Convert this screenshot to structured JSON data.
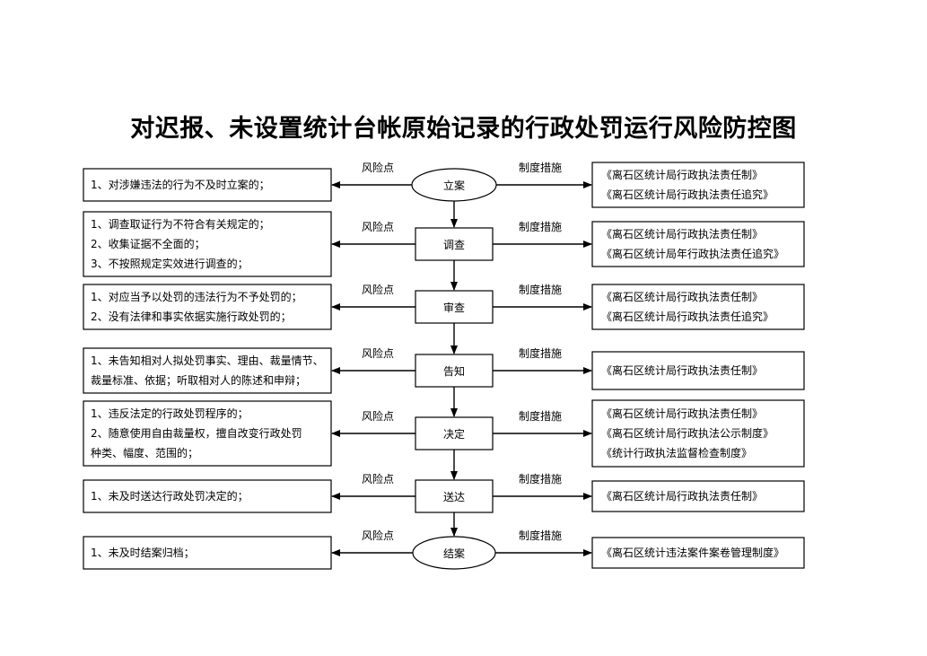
{
  "title": "对迟报、未设置统计台帐原始记录的行政处罚运行风险防控图",
  "rows": [
    {
      "step": "立案",
      "shape": "ellipse",
      "risk_label": "风险点",
      "measure_label": "制度措施",
      "risks": [
        "1、对涉嫌违法的行为不及时立案的；"
      ],
      "measures": [
        "《离石区统计局行政执法责任制》",
        "《离石区统计局行政执法责任追究》"
      ]
    },
    {
      "step": "调查",
      "shape": "rect",
      "risk_label": "风险点",
      "measure_label": "制度措施",
      "risks": [
        "1、调查取证行为不符合有关规定的；",
        "2、收集证据不全面的；",
        "3、不按照规定实效进行调查的；"
      ],
      "measures": [
        "《离石区统计局行政执法责任制》",
        "《离石区统计局年行政执法责任追究》"
      ]
    },
    {
      "step": "审查",
      "shape": "rect",
      "risk_label": "风险点",
      "measure_label": "制度措施",
      "risks": [
        "1、对应当予以处罚的违法行为不予处罚的；",
        "2、没有法律和事实依据实施行政处罚的；"
      ],
      "measures": [
        "《离石区统计局行政执法责任制》",
        "《离石区统计局行政执法责任追究》"
      ]
    },
    {
      "step": "告知",
      "shape": "rect",
      "risk_label": "风险点",
      "measure_label": "制度措施",
      "risks": [
        "1、未告知相对人拟处罚事实、理由、裁量情节、",
        "裁量标准、依据；听取相对人的陈述和申辩；"
      ],
      "measures": [
        "《离石区统计局行政执法责任制》"
      ]
    },
    {
      "step": "决定",
      "shape": "rect",
      "risk_label": "风险点",
      "measure_label": "制度措施",
      "risks": [
        "1、违反法定的行政处罚程序的；",
        "2、随意使用自由裁量权，擅自改变行政处罚",
        "种类、幅度、范围的；"
      ],
      "measures": [
        "《离石区统计局行政执法责任制》",
        "《离石区统计局行政执法公示制度》",
        "《统计行政执法监督检查制度》"
      ]
    },
    {
      "step": "送达",
      "shape": "rect",
      "risk_label": "风险点",
      "measure_label": "制度措施",
      "risks": [
        "1、未及时送达行政处罚决定的；"
      ],
      "measures": [
        "《离石区统计局行政执法责任制》"
      ]
    },
    {
      "step": "结案",
      "shape": "ellipse",
      "risk_label": "风险点",
      "measure_label": "制度措施",
      "risks": [
        "1、未及时结案归档；"
      ],
      "measures": [
        "《离石区统计违法案件案卷管理制度》"
      ]
    }
  ]
}
